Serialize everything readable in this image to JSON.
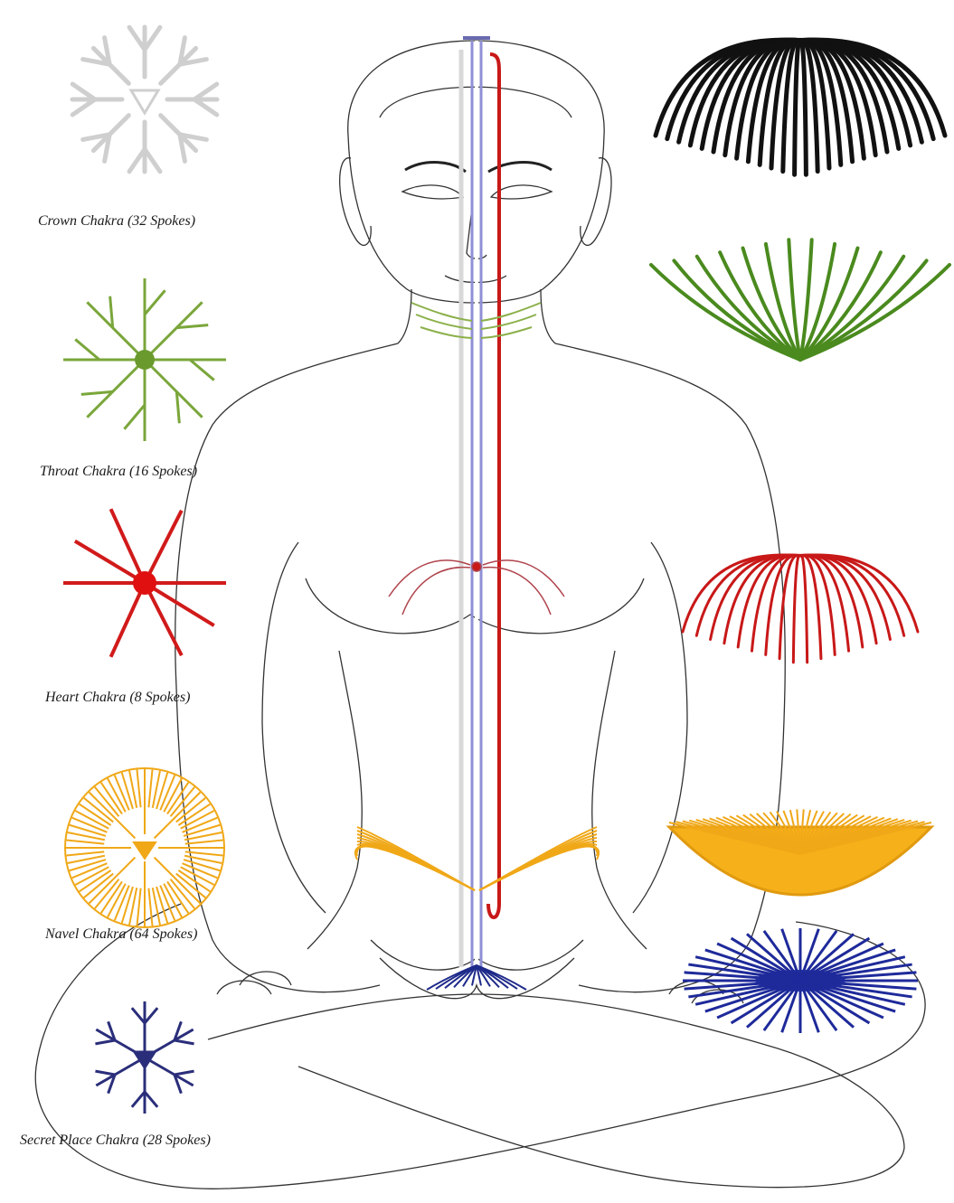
{
  "chakras": [
    {
      "id": "crown",
      "label": "Crown Chakra (32 Spokes)",
      "color": "#c8c8c8"
    },
    {
      "id": "throat",
      "label": "Throat Chakra (16 Spokes)",
      "color": "#6a9a2e"
    },
    {
      "id": "heart",
      "label": "Heart Chakra (8 Spokes)",
      "color": "#d11a1a"
    },
    {
      "id": "navel",
      "label": "Navel Chakra (64 Spokes)",
      "color": "#f0a818"
    },
    {
      "id": "secret",
      "label": "Secret Place Chakra (28 Spokes)",
      "color": "#2a2e7a"
    }
  ],
  "channels": {
    "central": "#9a9ad6",
    "right": "#c81818",
    "left": "#d8d8d8"
  },
  "side_lotus_colors": [
    "#111111",
    "#4a8a1e",
    "#c81818",
    "#f0a818",
    "#1e2a9a"
  ]
}
